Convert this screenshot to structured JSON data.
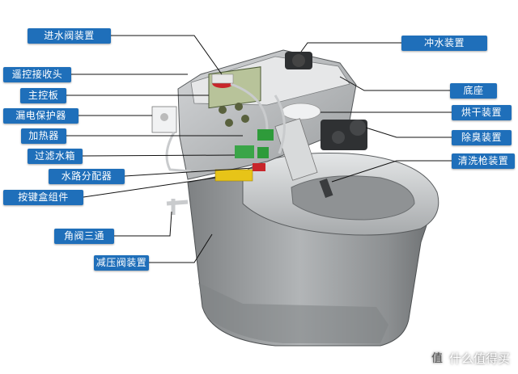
{
  "label_color": "#1f6fba",
  "labels": {
    "inlet_valve": "进水阀装置",
    "remote_receiver": "遥控接收头",
    "main_board": "主控板",
    "leakage_protector": "漏电保护器",
    "heater": "加热器",
    "filter_tank": "过滤水箱",
    "water_distributor": "水路分配器",
    "button_box": "按键盒组件",
    "angle_valve": "角阀三通",
    "pressure_reducer": "减压阀装置",
    "flush_device": "冲水装置",
    "base": "底座",
    "dryer": "烘干装置",
    "deodorizer": "除臭装置",
    "wash_wand": "清洗枪装置"
  },
  "watermark": {
    "icon": "值",
    "text": "什么值得买"
  }
}
